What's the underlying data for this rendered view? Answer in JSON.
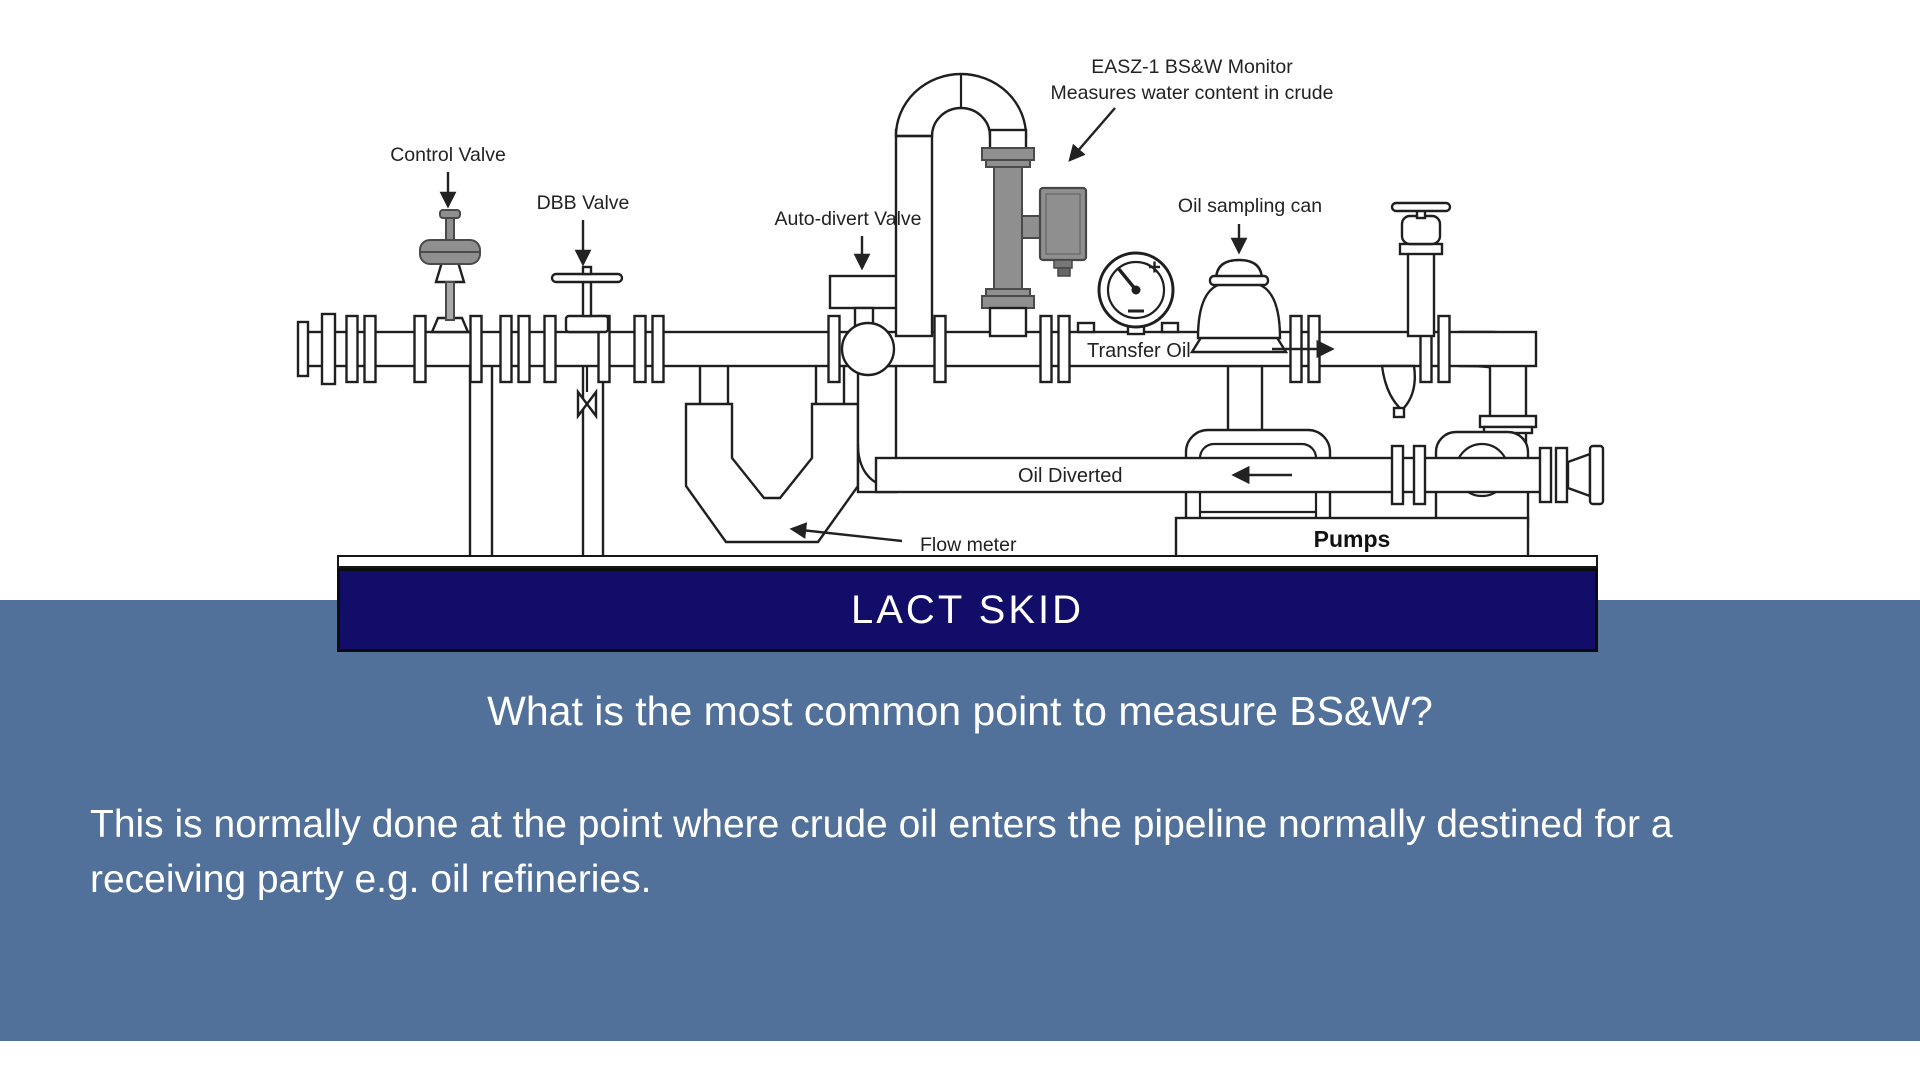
{
  "colors": {
    "panel": "#51709a",
    "banner": "#130d6a",
    "ink": "#1f1f1f",
    "device": "#8f8f8f"
  },
  "banner": {
    "title": "LACT SKID"
  },
  "qa": {
    "question": "What is the most common point to measure BS&W?",
    "answer": "This is normally done at the point where crude oil enters the pipeline normally destined for a receiving party e.g. oil refineries."
  },
  "diagram": {
    "labels": {
      "control_valve": "Control Valve",
      "dbb_valve": "DBB Valve",
      "auto_divert_valve": "Auto-divert Valve",
      "bsw_monitor_line1": "EASZ-1 BS&W Monitor",
      "bsw_monitor_line2": "Measures water content in crude",
      "oil_sampling_can": "Oil sampling can",
      "transfer_oil": "Transfer Oil",
      "oil_diverted": "Oil Diverted",
      "flow_meter": "Flow meter",
      "pumps": "Pumps"
    }
  }
}
